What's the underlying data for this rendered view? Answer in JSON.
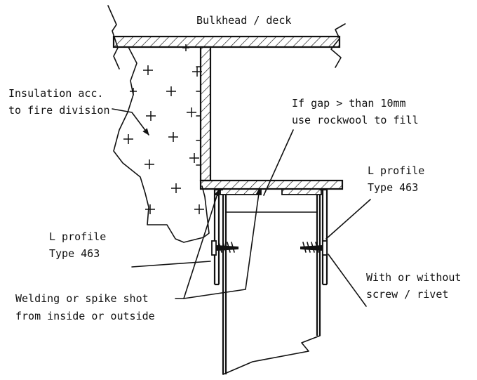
{
  "labels": {
    "bulkhead": "Bulkhead / deck",
    "insulation_line1": "Insulation acc.",
    "insulation_line2": "to fire division",
    "gap_line1": "If gap > than 10mm",
    "gap_line2": "use rockwool to fill",
    "lprofile_right_line1": "L profile",
    "lprofile_right_line2": "Type 463",
    "lprofile_left_line1": "L profile",
    "lprofile_left_line2": "Type 463",
    "screw_line1": "With or without",
    "screw_line2": "screw / rivet",
    "welding_line1": "Welding or spike shot",
    "welding_line2": "from inside or outside"
  },
  "colors": {
    "ink": "#111111",
    "background": "#ffffff"
  }
}
